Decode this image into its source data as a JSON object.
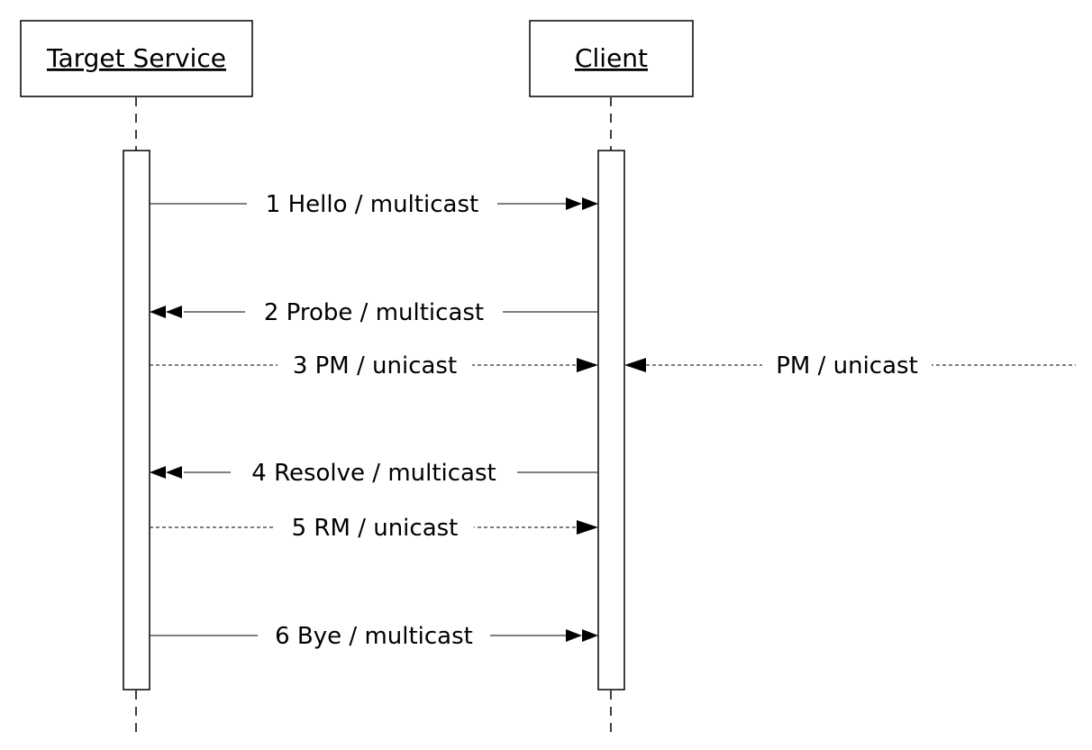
{
  "participants": [
    {
      "id": "target-service",
      "label": "Target Service"
    },
    {
      "id": "client",
      "label": "Client"
    }
  ],
  "messages": [
    {
      "id": "hello",
      "label": "1 Hello / multicast",
      "from": "target-service",
      "to": "client",
      "style": "solid",
      "arrowhead": "double"
    },
    {
      "id": "probe",
      "label": "2 Probe / multicast",
      "from": "client",
      "to": "target-service",
      "style": "solid",
      "arrowhead": "double"
    },
    {
      "id": "pm",
      "label": "3 PM / unicast",
      "from": "target-service",
      "to": "client",
      "style": "dashed",
      "arrowhead": "single"
    },
    {
      "id": "pm-external",
      "label": "PM / unicast",
      "from": "external",
      "to": "client",
      "style": "dashed",
      "arrowhead": "single"
    },
    {
      "id": "resolve",
      "label": "4 Resolve / multicast",
      "from": "client",
      "to": "target-service",
      "style": "solid",
      "arrowhead": "double"
    },
    {
      "id": "rm",
      "label": "5 RM / unicast",
      "from": "target-service",
      "to": "client",
      "style": "dashed",
      "arrowhead": "single"
    },
    {
      "id": "bye",
      "label": "6 Bye / multicast",
      "from": "target-service",
      "to": "client",
      "style": "solid",
      "arrowhead": "double"
    }
  ],
  "colors": {
    "stroke": "#000000",
    "line": "#333333",
    "background": "#ffffff"
  }
}
